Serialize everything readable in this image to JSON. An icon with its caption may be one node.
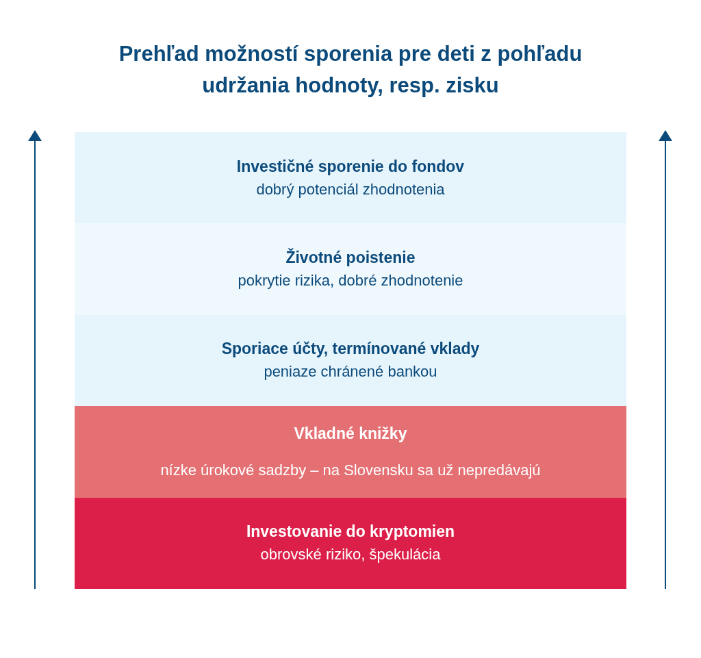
{
  "diagram": {
    "title": "Prehľad možností sporenia pre deti z pohľadu udržania hodnoty, resp. zisku",
    "nodes": [
      {
        "text": [
          "Investičné sporenie do fondov",
          "dobrý potenciál zhodnotenia"
        ]
      },
      {
        "text": [
          "Životné poistenie",
          "pokrytie rizika, dobré zhodnotenie"
        ]
      },
      {
        "text": [
          "Sporiace účty, termínované vklady",
          "peniaze chránené bankou"
        ]
      },
      {
        "text": [
          "Vkladné knižky",
          "nízke úrokové sadzby – na Slovensku sa už nepredávajú"
        ]
      },
      {
        "text": [
          "Investovanie do kryptomien",
          "obrovské riziko, špekulácia"
        ]
      }
    ]
  }
}
